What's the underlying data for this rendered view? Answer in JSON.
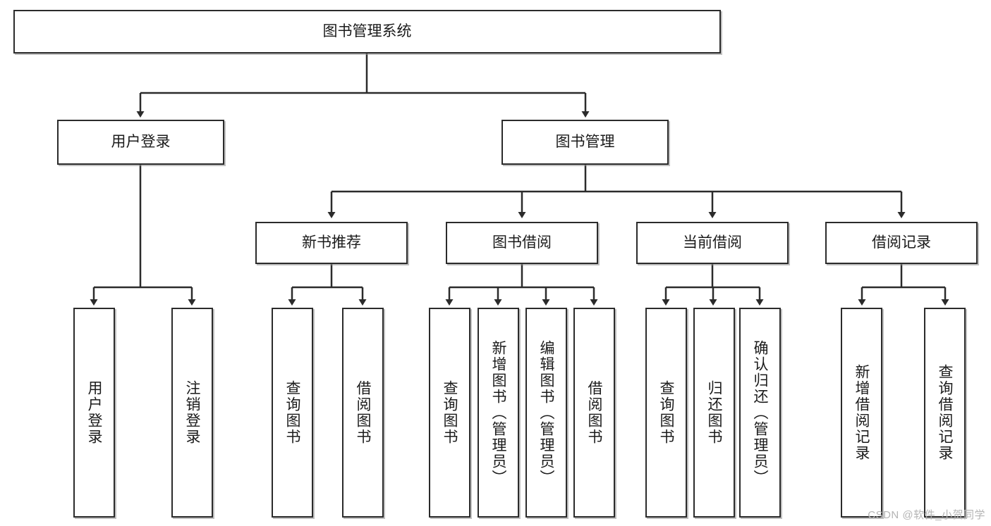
{
  "diagram": {
    "title": "图书管理系统",
    "type": "tree-hierarchy-chart",
    "orientation": "top-down",
    "line_color": "#2b2b2b",
    "box_fill": "#ffffff",
    "box_border": "#2b2b2b"
  },
  "nodes": {
    "root": {
      "label": "图书管理系统",
      "level": 1
    },
    "l2": [
      {
        "id": "user-login",
        "label": "用户登录",
        "level": 2
      },
      {
        "id": "book-manage",
        "label": "图书管理",
        "level": 2
      }
    ],
    "l3": [
      {
        "id": "new-book-recommend",
        "label": "新书推荐",
        "level": 3
      },
      {
        "id": "book-borrow",
        "label": "图书借阅",
        "level": 3
      },
      {
        "id": "current-borrow",
        "label": "当前借阅",
        "level": 3
      },
      {
        "id": "borrow-record",
        "label": "借阅记录",
        "level": 3
      }
    ],
    "leaves": {
      "user_login": [
        {
          "id": "leaf-user-login",
          "label": "用户登录"
        },
        {
          "id": "leaf-logout-login",
          "label": "注销登录"
        }
      ],
      "new_book_recommend": [
        {
          "id": "leaf-query-book-1",
          "label": "查询图书"
        },
        {
          "id": "leaf-borrow-book-1",
          "label": "借阅图书"
        }
      ],
      "book_borrow": [
        {
          "id": "leaf-query-book-2",
          "label": "查询图书"
        },
        {
          "id": "leaf-add-book",
          "label": "新增图书（管理员）"
        },
        {
          "id": "leaf-edit-book",
          "label": "编辑图书（管理员）"
        },
        {
          "id": "leaf-borrow-book-2",
          "label": "借阅图书"
        }
      ],
      "current_borrow": [
        {
          "id": "leaf-query-book-3",
          "label": "查询图书"
        },
        {
          "id": "leaf-return-book",
          "label": "归还图书"
        },
        {
          "id": "leaf-confirm-return",
          "label": "确认归还（管理员）"
        }
      ],
      "borrow_record": [
        {
          "id": "leaf-add-borrow-record",
          "label": "新增借阅记录"
        },
        {
          "id": "leaf-query-borrow-record",
          "label": "查询借阅记录"
        }
      ]
    }
  },
  "watermark": {
    "text": "CSDN @软件_小贺同学"
  }
}
